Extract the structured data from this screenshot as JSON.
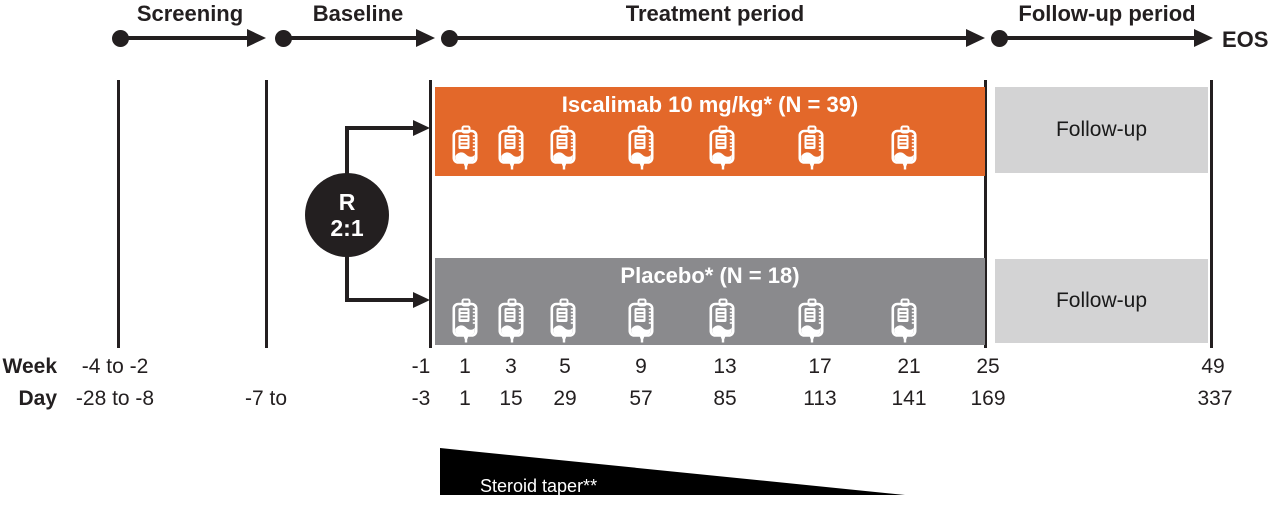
{
  "palette": {
    "orange": "#E3682A",
    "gray": "#8A8A8D",
    "light_gray": "#D3D3D4",
    "black": "#231F20"
  },
  "timeline": {
    "phases": [
      {
        "label": "Screening"
      },
      {
        "label": "Baseline"
      },
      {
        "label": "Treatment period"
      },
      {
        "label": "Follow-up period"
      }
    ],
    "end_label": "EOS"
  },
  "randomization": {
    "symbol": "R",
    "ratio": "2:1"
  },
  "arms": [
    {
      "name": "iscalimab",
      "label": "Iscalimab 10 mg/kg* (N = 39)",
      "infusions": 7
    },
    {
      "name": "placebo",
      "label": "Placebo* (N = 18)",
      "infusions": 7
    }
  ],
  "follow_up": {
    "label": "Follow-up"
  },
  "axis": {
    "week_label": "Week",
    "day_label": "Day",
    "week_ticks": [
      "-4 to -2",
      "-1",
      "1",
      "3",
      "5",
      "9",
      "13",
      "17",
      "21",
      "25",
      "49"
    ],
    "day_ticks": [
      "-28 to -8",
      "-7 to",
      "-3",
      "1",
      "15",
      "29",
      "57",
      "85",
      "113",
      "141",
      "169",
      "337"
    ]
  },
  "taper": {
    "label": "Steroid taper**"
  }
}
